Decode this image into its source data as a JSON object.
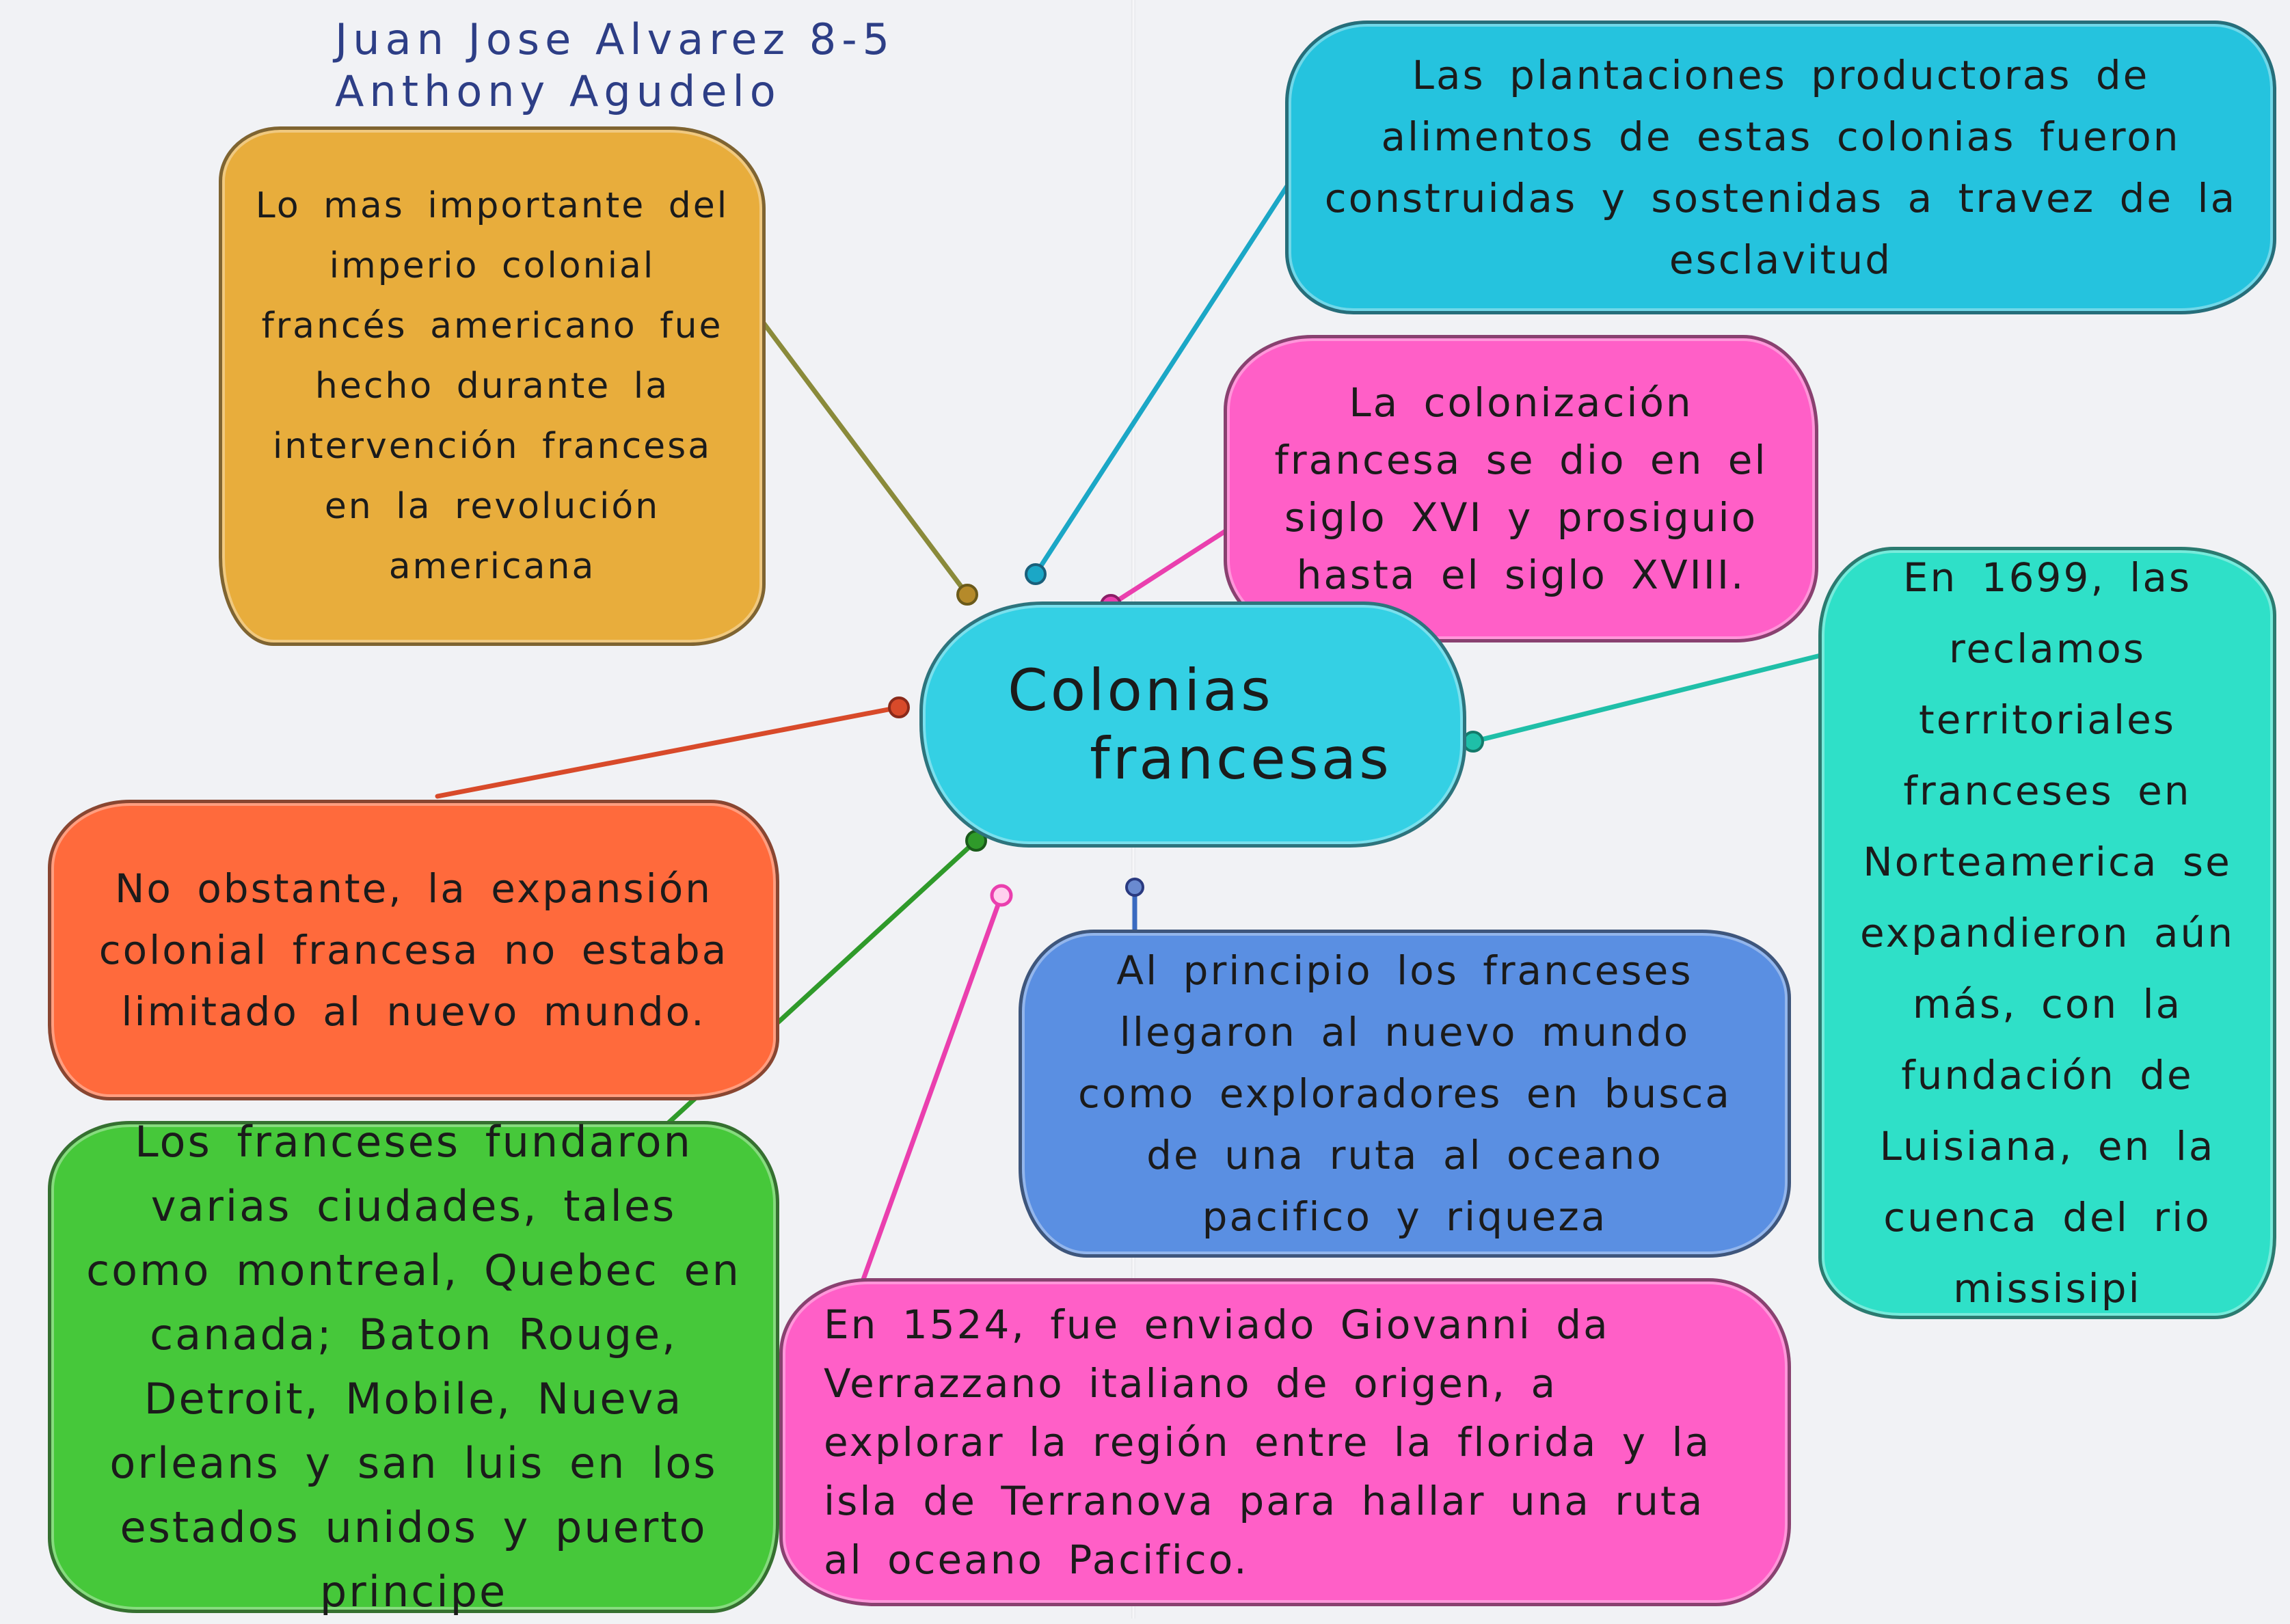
{
  "authors": {
    "line1": "Juan Jose Alvarez 8-5",
    "line2": "Anthony Agudelo"
  },
  "center": {
    "title_line1": "Colonias",
    "title_line2": "francesas"
  },
  "bubbles": {
    "orange_top": "Lo mas importante del imperio colonial francés americano fue hecho durante la intervención francesa en la revolución americana",
    "cyan_top": "Las plantaciones productoras de alimentos de estas colonias fueron construidas y sostenidas a travez de la esclavitud",
    "pink_mid": "La colonización francesa se dio en el siglo XVI y prosiguio hasta el siglo XVIII.",
    "teal_right": "En 1699, las reclamos territoriales franceses en Norteamerica se expandieron aún más, con la fundación de Luisiana, en la cuenca del rio missisipi",
    "red": "No obstante, la expansión colonial francesa no estaba limitado al nuevo mundo.",
    "blue": "Al principio los franceses llegaron al nuevo mundo como exploradores en busca de una ruta al oceano pacifico y riqueza",
    "green": "Los franceses fundaron varias ciudades, tales como montreal, Quebec en canada; Baton Rouge, Detroit, Mobile, Nueva orleans y san luis en los estados unidos y puerto principe",
    "pink_bottom": "En 1524, fue enviado Giovanni da Verrazzano italiano de origen, a explorar la región entre la florida y la isla de Terranova para hallar una ruta al oceano Pacifico."
  },
  "colors": {
    "paper": "#f1f2f5",
    "ink": "#2d3e86",
    "orange": "#e8ad3c",
    "cyan": "#25c3de",
    "pink": "#ff5fc7",
    "center": "#34d0e4",
    "teal": "#2fe0c8",
    "red": "#ff6a3c",
    "blue": "#5a8fe2",
    "green": "#46c83a"
  }
}
